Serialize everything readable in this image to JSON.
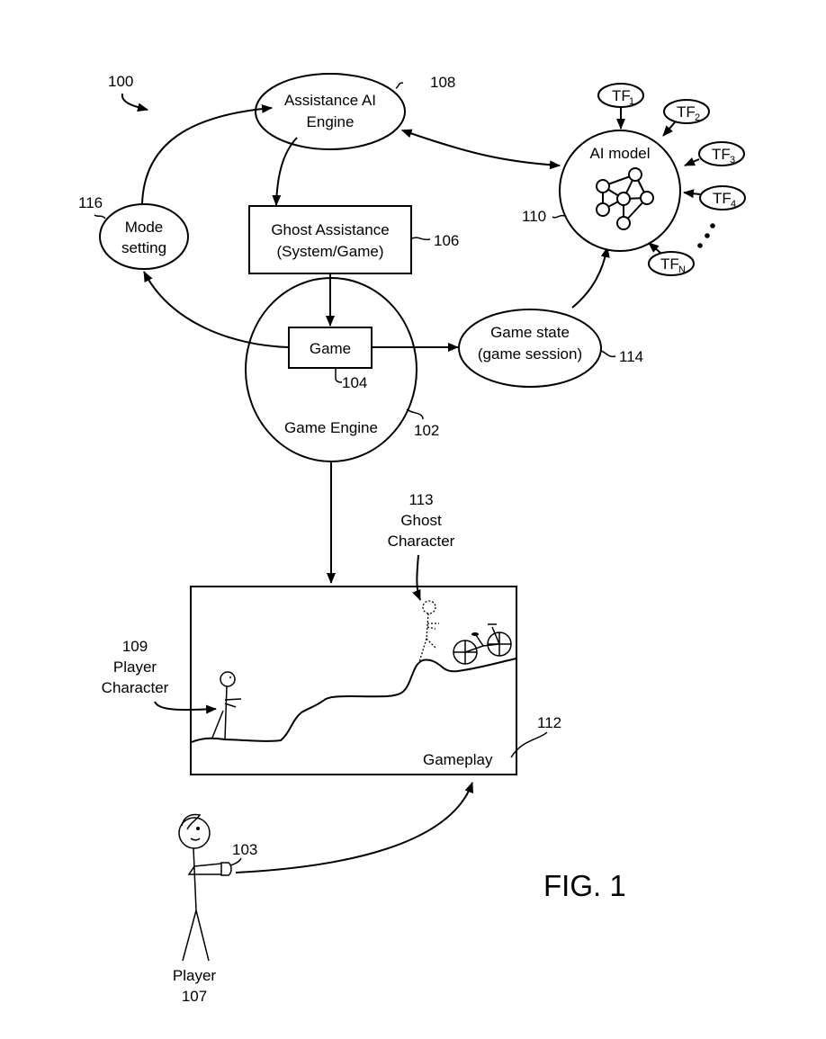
{
  "figure": {
    "title": "FIG. 1",
    "ref_system": "100"
  },
  "nodes": {
    "assistance_ai_engine": {
      "line1": "Assistance AI",
      "line2": "Engine",
      "ref": "108"
    },
    "mode_setting": {
      "line1": "Mode",
      "line2": "setting",
      "ref": "116"
    },
    "ghost_assistance": {
      "line1": "Ghost Assistance",
      "line2": "(System/Game)",
      "ref": "106"
    },
    "game": {
      "label": "Game",
      "ref": "104"
    },
    "game_engine": {
      "label": "Game Engine",
      "ref": "102"
    },
    "game_state": {
      "line1": "Game state",
      "line2": "(game session)",
      "ref": "114"
    },
    "ai_model": {
      "label": "AI model",
      "ref": "110"
    },
    "gameplay": {
      "label": "Gameplay",
      "ref": "112"
    }
  },
  "training_factors": [
    {
      "base": "TF",
      "sub": "1"
    },
    {
      "base": "TF",
      "sub": "2"
    },
    {
      "base": "TF",
      "sub": "3"
    },
    {
      "base": "TF",
      "sub": "4"
    },
    {
      "base": "TF",
      "sub": "N"
    }
  ],
  "annotations": {
    "ghost_character": {
      "ref": "113",
      "line1": "Ghost",
      "line2": "Character"
    },
    "player_character": {
      "ref": "109",
      "line1": "Player",
      "line2": "Character"
    },
    "controller": {
      "ref": "103"
    },
    "player": {
      "label": "Player",
      "ref": "107"
    }
  }
}
